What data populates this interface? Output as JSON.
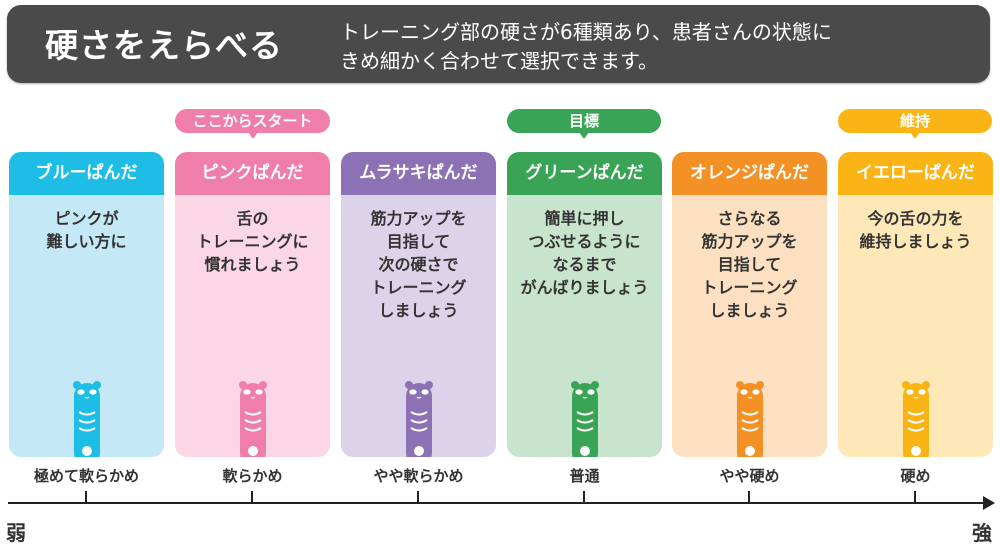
{
  "header": {
    "title": "硬さをえらべる",
    "description": "トレーニング部の硬さが6種類あり、患者さんの状態に\nきめ細かく合わせて選択できます。"
  },
  "tags": [
    {
      "label": "ここからスタート",
      "color": "#f07eab"
    },
    {
      "label": "目標",
      "color": "#3aa456"
    },
    {
      "label": "維持",
      "color": "#fbb416"
    }
  ],
  "cards": [
    {
      "name": "ブルーぱんだ",
      "text": "ピンクが\n難しい方に",
      "level": "極めて軟らかめ",
      "head_color": "#1ebde6",
      "body_color": "#c5e8f6",
      "icon_color": "#1ebde6",
      "icon": "panda-icon"
    },
    {
      "name": "ピンクぱんだ",
      "text": "舌の\nトレーニングに\n慣れましょう",
      "level": "軟らかめ",
      "head_color": "#f07eab",
      "body_color": "#fbd7e5",
      "icon_color": "#f07eab",
      "icon": "panda-icon"
    },
    {
      "name": "ムラサキぱんだ",
      "text": "筋力アップを\n目指して\n次の硬さで\nトレーニング\nしましょう",
      "level": "やや軟らかめ",
      "head_color": "#8c72b5",
      "body_color": "#dcd3ea",
      "icon_color": "#8c72b5",
      "icon": "panda-icon"
    },
    {
      "name": "グリーンぱんだ",
      "text": "簡単に押し\nつぶせるように\nなるまで\nがんばりましょう",
      "level": "普通",
      "head_color": "#3aa456",
      "body_color": "#c9e4cc",
      "icon_color": "#3aa456",
      "icon": "panda-icon"
    },
    {
      "name": "オレンジぱんだ",
      "text": "さらなる\n筋力アップを\n目指して\nトレーニング\nしましょう",
      "level": "やや硬め",
      "head_color": "#f39124",
      "body_color": "#fde0c2",
      "icon_color": "#f39124",
      "icon": "panda-icon"
    },
    {
      "name": "イエローぱんだ",
      "text": "今の舌の力を\n維持しましょう",
      "level": "硬め",
      "head_color": "#fbb416",
      "body_color": "#fee8b8",
      "icon_color": "#fbb416",
      "icon": "panda-icon"
    }
  ],
  "axis": {
    "left_label": "弱",
    "right_label": "強"
  }
}
